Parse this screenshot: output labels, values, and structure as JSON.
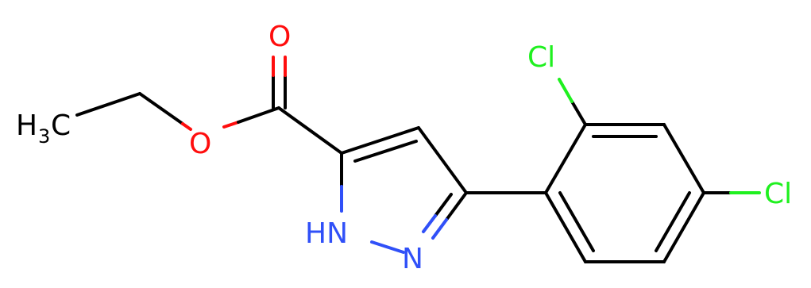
{
  "molecule": {
    "labels": {
      "methyl": "H",
      "methyl_sub": "3",
      "methyl_c": "C",
      "ether_o": "O",
      "carbonyl_o": "O",
      "nh": "HN",
      "n": "N",
      "cl_ortho": "Cl",
      "cl_para": "Cl"
    },
    "colors": {
      "carbon": "#000000",
      "oxygen": "#ff0d0d",
      "nitrogen": "#3050f8",
      "chlorine": "#1ff01f"
    }
  }
}
